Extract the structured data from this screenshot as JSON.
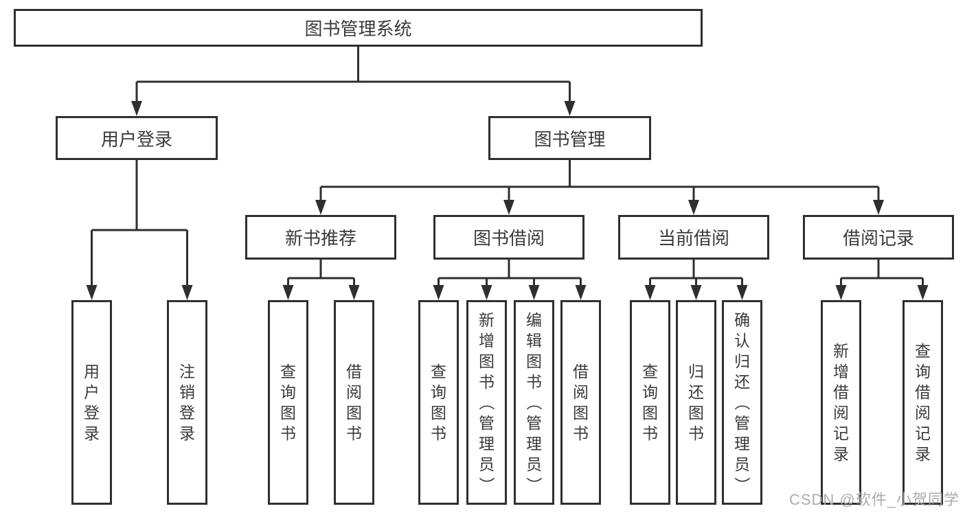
{
  "diagram": {
    "type": "hierarchy",
    "tree": {
      "label": "图书管理系统",
      "children": [
        {
          "label": "用户登录",
          "children": [
            {
              "label": "用户登录"
            },
            {
              "label": "注销登录"
            }
          ]
        },
        {
          "label": "图书管理",
          "children": [
            {
              "label": "新书推荐",
              "children": [
                {
                  "label": "查询图书"
                },
                {
                  "label": "借阅图书"
                }
              ]
            },
            {
              "label": "图书借阅",
              "children": [
                {
                  "label": "查询图书"
                },
                {
                  "label": "新增图书（管理员）"
                },
                {
                  "label": "编辑图书（管理员）"
                },
                {
                  "label": "借阅图书"
                }
              ]
            },
            {
              "label": "当前借阅",
              "children": [
                {
                  "label": "查询图书"
                },
                {
                  "label": "归还图书"
                },
                {
                  "label": "确认归还（管理员）"
                }
              ]
            },
            {
              "label": "借阅记录",
              "children": [
                {
                  "label": "新增借阅记录"
                },
                {
                  "label": "查询借阅记录"
                }
              ]
            }
          ]
        }
      ]
    },
    "colors": {
      "line": "#2f2f2f",
      "text": "#3a3a3a",
      "background": "#ffffff",
      "watermark": "#acacac"
    }
  },
  "watermark": {
    "text": "CSDN @软件_小贺同学"
  }
}
